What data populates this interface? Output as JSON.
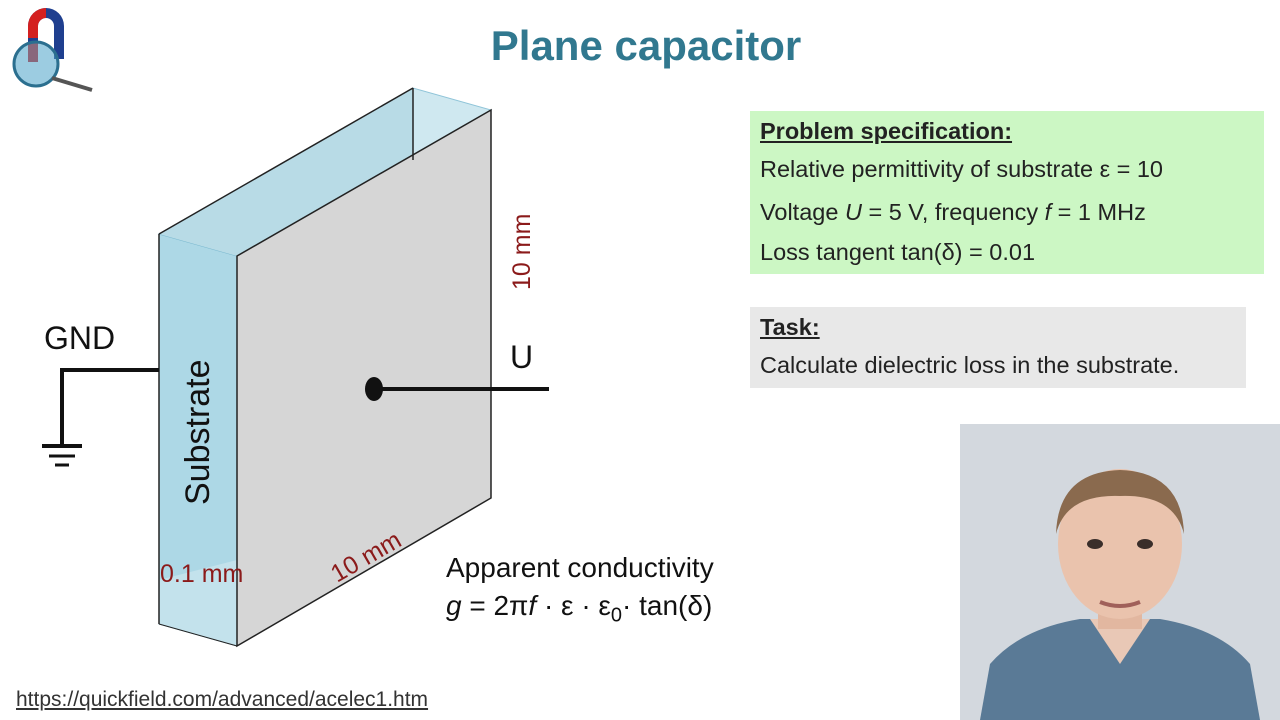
{
  "title": "Plane capacitor",
  "diagram": {
    "gnd_label": "GND",
    "substrate_label": "Substrate",
    "u_label": "U",
    "height_dim": "10 mm",
    "width_dim": "10 mm",
    "thickness_dim": "0.1 mm"
  },
  "formula": {
    "label": "Apparent conductivity",
    "g": "g",
    "eq": " = 2π",
    "f": "f",
    "mid": " · ε · ε",
    "sub0": "0",
    "end": "· tan(δ)"
  },
  "problem": {
    "heading": "Problem specification:",
    "line1": "Relative permittivity of substrate ε = 10",
    "line2_a": "Voltage ",
    "line2_U": "U",
    "line2_b": " = 5 V, frequency ",
    "line2_f": "f",
    "line2_c": " = 1 MHz",
    "line3": "Loss tangent tan(δ) = 0.01"
  },
  "task": {
    "heading": "Task:",
    "text": "Calculate dielectric loss in the substrate."
  },
  "url": "https://quickfield.com/advanced/acelec1.htm",
  "colors": {
    "title": "#31788f",
    "dimension": "#8b1a1a",
    "substrate": "#add8e6",
    "plate": "#d3d3d3",
    "spec_bg": "#ccf7c4",
    "task_bg": "#e8e8e8"
  },
  "icons": [
    "quickfield-logo-icon",
    "ground-symbol-icon"
  ]
}
